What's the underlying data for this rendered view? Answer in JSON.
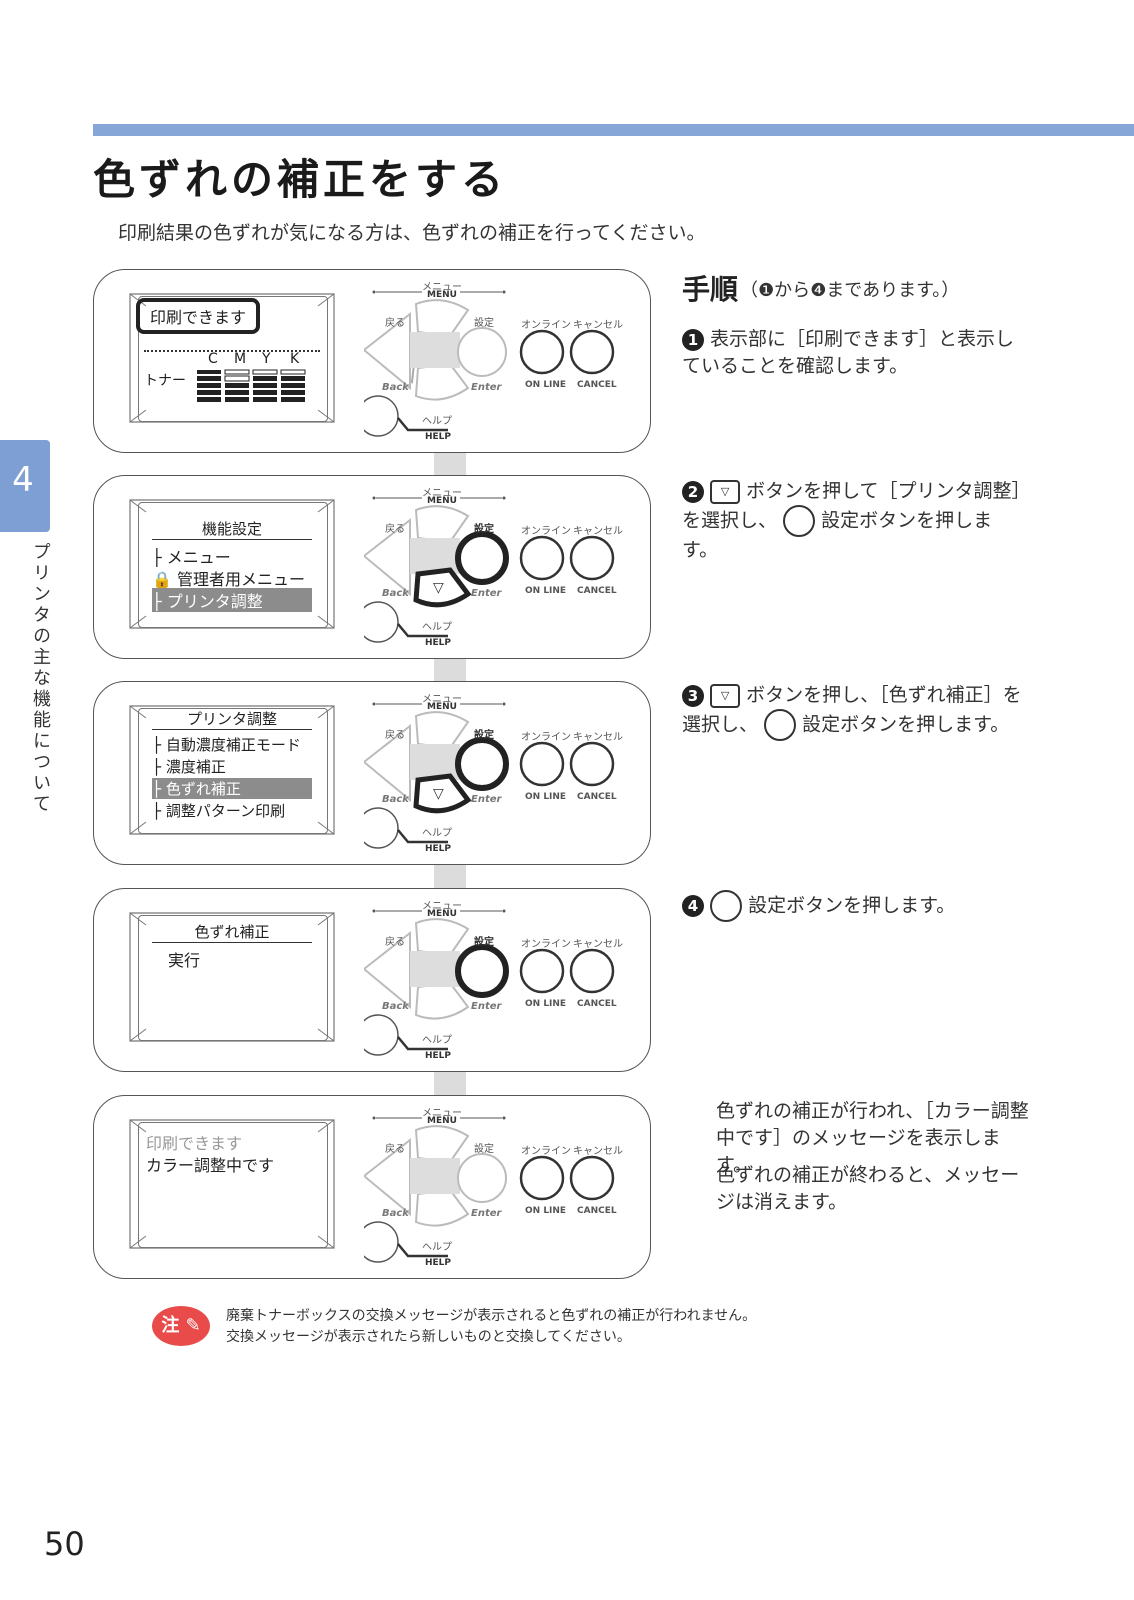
{
  "title": "色ずれの補正をする",
  "intro": "印刷結果の色ずれが気になる方は、色ずれの補正を行ってください。",
  "side_tab": {
    "number": "4",
    "label": "プリンタの主な機能について"
  },
  "page_number": "50",
  "panel_labels": {
    "menu_jp": "メニュー",
    "menu_en": "MENU",
    "back_jp": "戻る",
    "back_en": "Back",
    "enter_jp": "設定",
    "enter_en": "Enter",
    "online_jp": "オンライン",
    "online_en": "ON LINE",
    "cancel_jp": "キャンセル",
    "cancel_en": "CANCEL",
    "help_jp": "ヘルプ",
    "help_en": "HELP",
    "down_arrow": "▽"
  },
  "panel1": {
    "status": "印刷できます",
    "toner_label": "トナー",
    "toner_colors": [
      "C",
      "M",
      "Y",
      "K"
    ]
  },
  "panel2": {
    "heading": "機能設定",
    "items": [
      "メニュー",
      "管理者用メニュー",
      "プリンタ調整"
    ],
    "selected": 2
  },
  "panel3": {
    "heading": "プリンタ調整",
    "items": [
      "自動濃度補正モード",
      "濃度補正",
      "色ずれ補正",
      "調整パターン印刷"
    ],
    "selected": 2
  },
  "panel4": {
    "heading": "色ずれ補正",
    "item": "実行"
  },
  "panel5": {
    "line1": "印刷できます",
    "line2": "カラー調整中です"
  },
  "steps": {
    "heading": "手順",
    "heading_sub": "（❶から❹まであります。）",
    "s1_num": "1",
    "s1_text": "表示部に［印刷できます］と表示していることを確認します。",
    "s2_num": "2",
    "s2_a": "ボタンを押して［プリンタ調整］を選択し、",
    "s2_b": "設定ボタンを押します。",
    "s3_num": "3",
    "s3_a": "ボタンを押し、［色ずれ補正］を選択し、",
    "s3_b": "設定ボタンを押します。",
    "s4_num": "4",
    "s4_text": "設定ボタンを押します。",
    "result1": "色ずれの補正が行われ、［カラー調整中です］のメッセージを表示します。",
    "result2": "色ずれの補正が終わると、メッセージは消えます。"
  },
  "note": {
    "badge": "注",
    "line1": "廃棄トナーボックスの交換メッセージが表示されると色ずれの補正が行われません。",
    "line2": "交換メッセージが表示されたら新しいものと交換してください。"
  }
}
